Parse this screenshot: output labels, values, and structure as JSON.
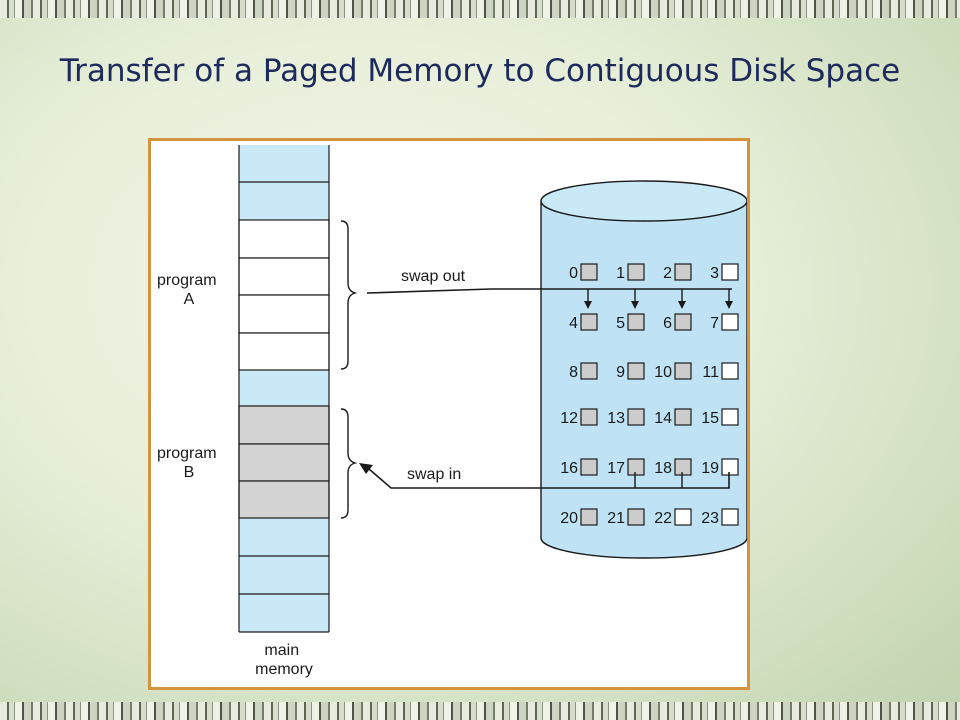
{
  "slide": {
    "title": "Transfer of a Paged Memory to Contiguous Disk Space"
  },
  "diagram": {
    "program_a": [
      "program",
      "A"
    ],
    "program_b": [
      "program",
      "B"
    ],
    "main_memory": [
      "main",
      "memory"
    ],
    "swap_out": "swap out",
    "swap_in": "swap in",
    "disk_blocks": [
      "0",
      "1",
      "2",
      "3",
      "4",
      "5",
      "6",
      "7",
      "8",
      "9",
      "10",
      "11",
      "12",
      "13",
      "14",
      "15",
      "16",
      "17",
      "18",
      "19",
      "20",
      "21",
      "22",
      "23"
    ],
    "disk_block_filled": [
      true,
      true,
      true,
      false,
      true,
      true,
      true,
      false,
      true,
      true,
      true,
      false,
      true,
      true,
      true,
      false,
      true,
      true,
      true,
      false,
      true,
      true,
      false,
      false
    ]
  },
  "colors": {
    "title": "#1d2a5c",
    "frame_border": "#d3933f",
    "memory_free": "#c9e9f7",
    "program_a_page": "#ffffff",
    "program_b_page": "#d3d3d3",
    "disk_body": "#bfe3f5",
    "disk_block_filled": "#cccccc",
    "disk_block_empty": "#ffffff"
  }
}
